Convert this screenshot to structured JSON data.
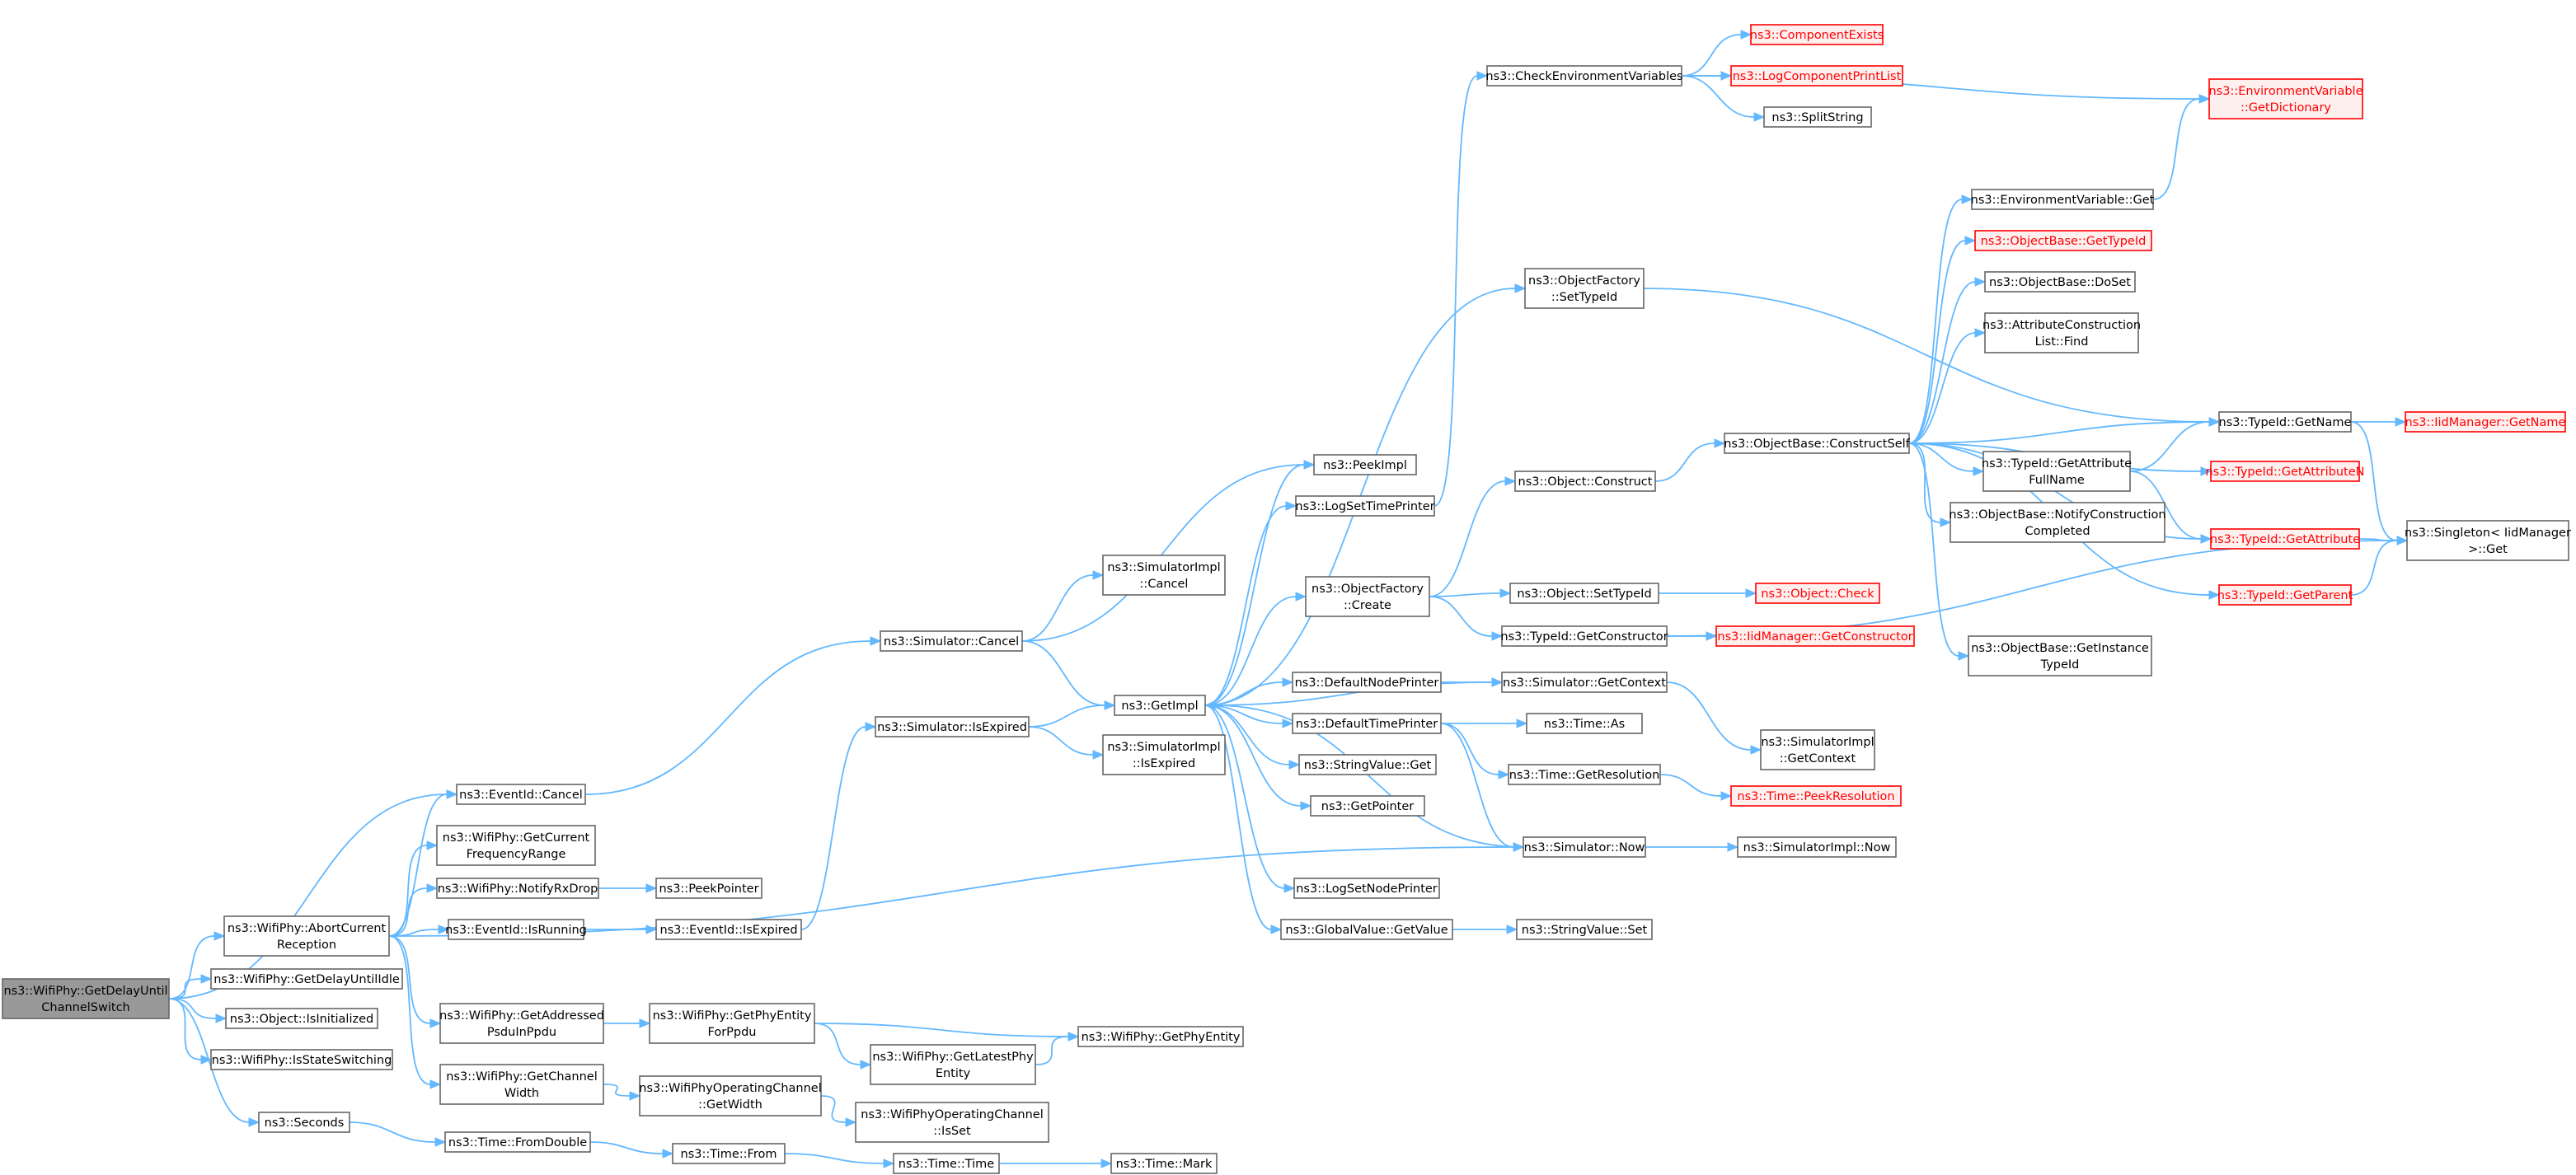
{
  "nodes": {
    "root": {
      "lines": [
        "ns3::WifiPhy::GetDelayUntil",
        "ChannelSwitch"
      ],
      "style": "root"
    },
    "abort": {
      "lines": [
        "ns3::WifiPhy::AbortCurrent",
        "Reception"
      ]
    },
    "getDelayIdle": {
      "lines": [
        "ns3::WifiPhy::GetDelayUntilIdle"
      ]
    },
    "objIsInit": {
      "lines": [
        "ns3::Object::IsInitialized"
      ]
    },
    "isStateSw": {
      "lines": [
        "ns3::WifiPhy::IsStateSwitching"
      ]
    },
    "seconds": {
      "lines": [
        "ns3::Seconds"
      ]
    },
    "evCancel": {
      "lines": [
        "ns3::EventId::Cancel"
      ]
    },
    "getCurFreq": {
      "lines": [
        "ns3::WifiPhy::GetCurrent",
        "FrequencyRange"
      ]
    },
    "notifyRxDrop": {
      "lines": [
        "ns3::WifiPhy::NotifyRxDrop"
      ]
    },
    "evIsRunning": {
      "lines": [
        "ns3::EventId::IsRunning"
      ]
    },
    "getAddrPsdu": {
      "lines": [
        "ns3::WifiPhy::GetAddressed",
        "PsduInPpdu"
      ]
    },
    "getChWidth": {
      "lines": [
        "ns3::WifiPhy::GetChannel",
        "Width"
      ]
    },
    "timeFromDouble": {
      "lines": [
        "ns3::Time::FromDouble"
      ]
    },
    "peekPointer": {
      "lines": [
        "ns3::PeekPointer"
      ]
    },
    "evIsExpired": {
      "lines": [
        "ns3::EventId::IsExpired"
      ]
    },
    "getPhyEntForPpdu": {
      "lines": [
        "ns3::WifiPhy::GetPhyEntity",
        "ForPpdu"
      ]
    },
    "opChGetWidth": {
      "lines": [
        "ns3::WifiPhyOperatingChannel",
        "::GetWidth"
      ]
    },
    "timeFrom": {
      "lines": [
        "ns3::Time::From"
      ]
    },
    "getLatestPhy": {
      "lines": [
        "ns3::WifiPhy::GetLatestPhy",
        "Entity"
      ]
    },
    "opChIsSet": {
      "lines": [
        "ns3::WifiPhyOperatingChannel",
        "::IsSet"
      ]
    },
    "timeTime": {
      "lines": [
        "ns3::Time::Time"
      ]
    },
    "getPhyEntity": {
      "lines": [
        "ns3::WifiPhy::GetPhyEntity"
      ]
    },
    "timeMark": {
      "lines": [
        "ns3::Time::Mark"
      ]
    },
    "simCancel": {
      "lines": [
        "ns3::Simulator::Cancel"
      ]
    },
    "simIsExpired": {
      "lines": [
        "ns3::Simulator::IsExpired"
      ]
    },
    "simImplCancel": {
      "lines": [
        "ns3::SimulatorImpl",
        "::Cancel"
      ]
    },
    "getImpl": {
      "lines": [
        "ns3::GetImpl"
      ]
    },
    "simImplIsExpired": {
      "lines": [
        "ns3::SimulatorImpl",
        "::IsExpired"
      ]
    },
    "peekImpl": {
      "lines": [
        "ns3::PeekImpl"
      ]
    },
    "logSetTimePrinter": {
      "lines": [
        "ns3::LogSetTimePrinter"
      ]
    },
    "objFactCreate": {
      "lines": [
        "ns3::ObjectFactory",
        "::Create"
      ]
    },
    "defNodePrinter": {
      "lines": [
        "ns3::DefaultNodePrinter"
      ]
    },
    "defTimePrinter": {
      "lines": [
        "ns3::DefaultTimePrinter"
      ]
    },
    "strValGet": {
      "lines": [
        "ns3::StringValue::Get"
      ]
    },
    "getPointer": {
      "lines": [
        "ns3::GetPointer"
      ]
    },
    "logSetNodePrinter": {
      "lines": [
        "ns3::LogSetNodePrinter"
      ]
    },
    "globalValGetValue": {
      "lines": [
        "ns3::GlobalValue::GetValue"
      ]
    },
    "checkEnvVars": {
      "lines": [
        "ns3::CheckEnvironmentVariables"
      ]
    },
    "objFactSetTypeId": {
      "lines": [
        "ns3::ObjectFactory",
        "::SetTypeId"
      ]
    },
    "objConstruct": {
      "lines": [
        "ns3::Object::Construct"
      ]
    },
    "objSetTypeId": {
      "lines": [
        "ns3::Object::SetTypeId"
      ]
    },
    "typeIdGetCtor": {
      "lines": [
        "ns3::TypeId::GetConstructor"
      ]
    },
    "simGetContext": {
      "lines": [
        "ns3::Simulator::GetContext"
      ]
    },
    "timeAs": {
      "lines": [
        "ns3::Time::As"
      ]
    },
    "timeGetRes": {
      "lines": [
        "ns3::Time::GetResolution"
      ]
    },
    "simNow": {
      "lines": [
        "ns3::Simulator::Now"
      ]
    },
    "strValSet": {
      "lines": [
        "ns3::StringValue::Set"
      ]
    },
    "compExists": {
      "lines": [
        "ns3::ComponentExists"
      ],
      "style": "red"
    },
    "logCompPrintList": {
      "lines": [
        "ns3::LogComponentPrintList"
      ],
      "style": "red"
    },
    "splitString": {
      "lines": [
        "ns3::SplitString"
      ]
    },
    "objBaseConstructSelf": {
      "lines": [
        "ns3::ObjectBase::ConstructSelf"
      ]
    },
    "objCheck": {
      "lines": [
        "ns3::Object::Check"
      ],
      "style": "red"
    },
    "iidMgrGetCtor": {
      "lines": [
        "ns3::IidManager::GetConstructor"
      ],
      "style": "red"
    },
    "simImplGetContext": {
      "lines": [
        "ns3::SimulatorImpl",
        "::GetContext"
      ]
    },
    "timePeekRes": {
      "lines": [
        "ns3::Time::PeekResolution"
      ],
      "style": "red"
    },
    "simImplNow": {
      "lines": [
        "ns3::SimulatorImpl::Now"
      ]
    },
    "envVarGet": {
      "lines": [
        "ns3::EnvironmentVariable::Get"
      ]
    },
    "objBaseGetTypeId": {
      "lines": [
        "ns3::ObjectBase::GetTypeId"
      ],
      "style": "red"
    },
    "objBaseDoSet": {
      "lines": [
        "ns3::ObjectBase::DoSet"
      ]
    },
    "attrConstrListFind": {
      "lines": [
        "ns3::AttributeConstruction",
        "List::Find"
      ]
    },
    "typeIdGetAttrFullName": {
      "lines": [
        "ns3::TypeId::GetAttribute",
        "FullName"
      ]
    },
    "objBaseNotifyConstr": {
      "lines": [
        "ns3::ObjectBase::NotifyConstruction",
        "Completed"
      ]
    },
    "objBaseGetInstTypeId": {
      "lines": [
        "ns3::ObjectBase::GetInstance",
        "TypeId"
      ]
    },
    "envVarGetDict": {
      "lines": [
        "ns3::EnvironmentVariable",
        "::GetDictionary"
      ],
      "style": "red"
    },
    "typeIdGetName": {
      "lines": [
        "ns3::TypeId::GetName"
      ]
    },
    "typeIdGetAttrN": {
      "lines": [
        "ns3::TypeId::GetAttributeN"
      ],
      "style": "red"
    },
    "typeIdGetAttr": {
      "lines": [
        "ns3::TypeId::GetAttribute"
      ],
      "style": "red"
    },
    "typeIdGetParent": {
      "lines": [
        "ns3::TypeId::GetParent"
      ],
      "style": "red"
    },
    "iidMgrGetName": {
      "lines": [
        "ns3::IidManager::GetName"
      ],
      "style": "red"
    },
    "singletonGet": {
      "lines": [
        "ns3::Singleton< IidManager",
        " >::Get"
      ]
    }
  },
  "edges": [
    [
      "root",
      "abort"
    ],
    [
      "root",
      "getDelayIdle"
    ],
    [
      "root",
      "objIsInit"
    ],
    [
      "root",
      "isStateSw"
    ],
    [
      "root",
      "seconds"
    ],
    [
      "root",
      "evCancel"
    ],
    [
      "abort",
      "evCancel"
    ],
    [
      "abort",
      "getCurFreq"
    ],
    [
      "abort",
      "notifyRxDrop"
    ],
    [
      "abort",
      "evIsRunning"
    ],
    [
      "abort",
      "getAddrPsdu"
    ],
    [
      "abort",
      "getChWidth"
    ],
    [
      "abort",
      "simNow"
    ],
    [
      "seconds",
      "timeFromDouble"
    ],
    [
      "evCancel",
      "simCancel"
    ],
    [
      "notifyRxDrop",
      "peekPointer"
    ],
    [
      "evIsRunning",
      "evIsExpired"
    ],
    [
      "getAddrPsdu",
      "getPhyEntForPpdu"
    ],
    [
      "getChWidth",
      "opChGetWidth"
    ],
    [
      "timeFromDouble",
      "timeFrom"
    ],
    [
      "evIsExpired",
      "simIsExpired"
    ],
    [
      "getPhyEntForPpdu",
      "getLatestPhy"
    ],
    [
      "getPhyEntForPpdu",
      "getPhyEntity"
    ],
    [
      "opChGetWidth",
      "opChIsSet"
    ],
    [
      "timeFrom",
      "timeTime"
    ],
    [
      "getLatestPhy",
      "getPhyEntity"
    ],
    [
      "timeTime",
      "timeMark"
    ],
    [
      "simCancel",
      "simImplCancel"
    ],
    [
      "simCancel",
      "getImpl"
    ],
    [
      "simCancel",
      "peekImpl"
    ],
    [
      "simIsExpired",
      "getImpl"
    ],
    [
      "simIsExpired",
      "simImplIsExpired"
    ],
    [
      "getImpl",
      "peekImpl"
    ],
    [
      "getImpl",
      "logSetTimePrinter"
    ],
    [
      "getImpl",
      "objFactCreate"
    ],
    [
      "getImpl",
      "defNodePrinter"
    ],
    [
      "getImpl",
      "defTimePrinter"
    ],
    [
      "getImpl",
      "strValGet"
    ],
    [
      "getImpl",
      "getPointer"
    ],
    [
      "getImpl",
      "logSetNodePrinter"
    ],
    [
      "getImpl",
      "globalValGetValue"
    ],
    [
      "getImpl",
      "objFactSetTypeId"
    ],
    [
      "getImpl",
      "simGetContext"
    ],
    [
      "simNow",
      "getImpl"
    ],
    [
      "logSetTimePrinter",
      "checkEnvVars"
    ],
    [
      "objFactCreate",
      "objConstruct"
    ],
    [
      "objFactCreate",
      "objSetTypeId"
    ],
    [
      "objFactCreate",
      "typeIdGetCtor"
    ],
    [
      "defNodePrinter",
      "simGetContext"
    ],
    [
      "defTimePrinter",
      "timeAs"
    ],
    [
      "defTimePrinter",
      "timeGetRes"
    ],
    [
      "defTimePrinter",
      "simNow"
    ],
    [
      "globalValGetValue",
      "strValSet"
    ],
    [
      "checkEnvVars",
      "compExists"
    ],
    [
      "checkEnvVars",
      "logCompPrintList"
    ],
    [
      "checkEnvVars",
      "splitString"
    ],
    [
      "checkEnvVars",
      "envVarGetDict"
    ],
    [
      "objFactSetTypeId",
      "typeIdGetName"
    ],
    [
      "objConstruct",
      "objBaseConstructSelf"
    ],
    [
      "objSetTypeId",
      "objCheck"
    ],
    [
      "typeIdGetCtor",
      "iidMgrGetCtor"
    ],
    [
      "typeIdGetCtor",
      "singletonGet"
    ],
    [
      "simGetContext",
      "simImplGetContext"
    ],
    [
      "timeGetRes",
      "timePeekRes"
    ],
    [
      "simNow",
      "simImplNow"
    ],
    [
      "objBaseConstructSelf",
      "envVarGet"
    ],
    [
      "objBaseConstructSelf",
      "objBaseGetTypeId"
    ],
    [
      "objBaseConstructSelf",
      "objBaseDoSet"
    ],
    [
      "objBaseConstructSelf",
      "attrConstrListFind"
    ],
    [
      "objBaseConstructSelf",
      "typeIdGetName"
    ],
    [
      "objBaseConstructSelf",
      "typeIdGetAttrN"
    ],
    [
      "objBaseConstructSelf",
      "typeIdGetAttrFullName"
    ],
    [
      "objBaseConstructSelf",
      "objBaseNotifyConstr"
    ],
    [
      "objBaseConstructSelf",
      "typeIdGetAttr"
    ],
    [
      "objBaseConstructSelf",
      "typeIdGetParent"
    ],
    [
      "objBaseConstructSelf",
      "objBaseGetInstTypeId"
    ],
    [
      "envVarGet",
      "envVarGetDict"
    ],
    [
      "typeIdGetAttrFullName",
      "typeIdGetName"
    ],
    [
      "typeIdGetAttrFullName",
      "typeIdGetAttr"
    ],
    [
      "typeIdGetName",
      "iidMgrGetName"
    ],
    [
      "typeIdGetName",
      "singletonGet"
    ],
    [
      "typeIdGetAttr",
      "singletonGet"
    ],
    [
      "typeIdGetParent",
      "singletonGet"
    ]
  ]
}
